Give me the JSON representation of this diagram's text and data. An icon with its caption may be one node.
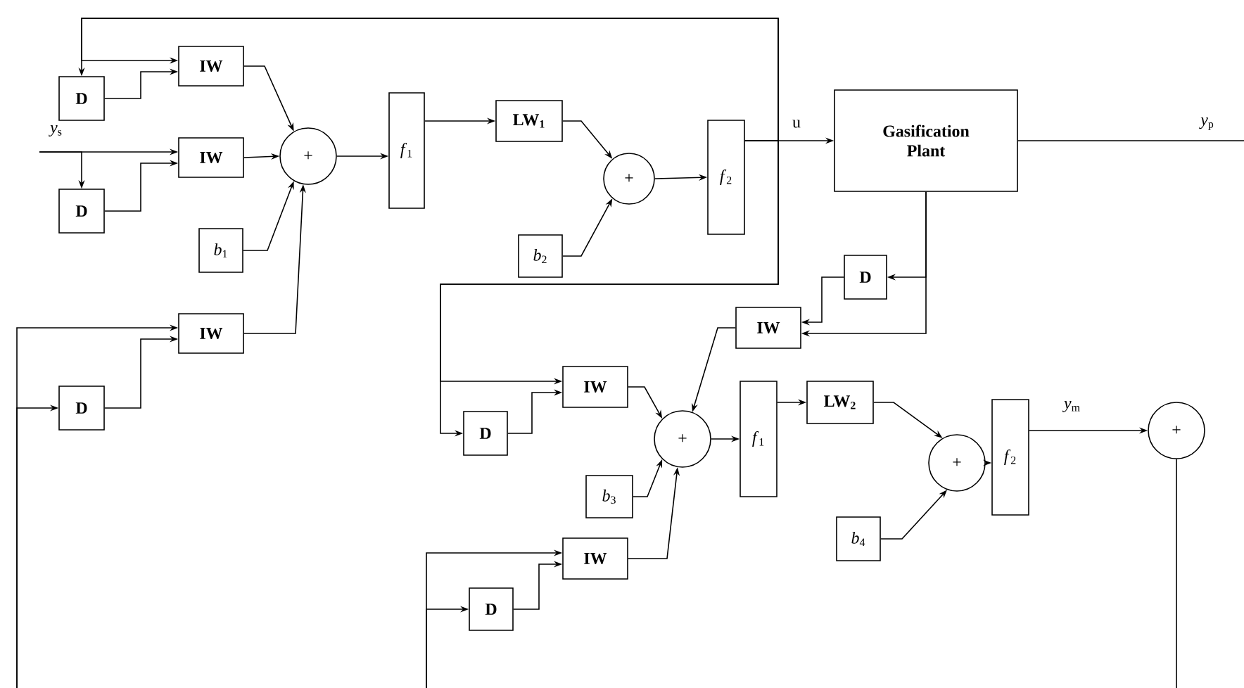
{
  "diagram": {
    "nodes": [
      {
        "text": [
          "D"
        ]
      },
      {
        "text": [
          "IW"
        ]
      },
      {
        "text": [
          "IW"
        ]
      },
      {
        "text": [
          "D"
        ]
      },
      {
        "text": [
          "*b*$_{1}$"
        ]
      },
      {
        "text": [
          "+"
        ]
      },
      {
        "text": [
          "IW"
        ]
      },
      {
        "text": [
          "D"
        ]
      },
      {
        "text": [
          "*f*$_{1}$"
        ]
      },
      {
        "text": [
          "LW$_{1}$"
        ]
      },
      {
        "text": [
          "+"
        ]
      },
      {
        "text": [
          "*b*$_{2}$"
        ]
      },
      {
        "text": [
          "*f*$_{2}$"
        ]
      },
      {
        "text": [
          "Gasification Plant"
        ]
      },
      {
        "text": [
          "D"
        ]
      },
      {
        "text": [
          "IW"
        ]
      },
      {
        "text": [
          "IW"
        ]
      },
      {
        "text": [
          "D"
        ]
      },
      {
        "text": [
          "+"
        ]
      },
      {
        "text": [
          "*b*$_{3}$"
        ]
      },
      {
        "text": [
          "IW"
        ]
      },
      {
        "text": [
          "D"
        ]
      },
      {
        "text": [
          "*f*$_{1}$"
        ]
      },
      {
        "text": [
          "LW$_{2}$"
        ]
      },
      {
        "text": [
          "+"
        ]
      },
      {
        "text": [
          "*b*$_{4}$"
        ]
      },
      {
        "text": [
          "*f*$_{2}$"
        ]
      },
      {
        "text": [
          "+"
        ]
      }
    ],
    "edges": [
      {
        "from": 0,
        "to": 1,
        "arrow": "to"
      },
      {
        "from": 1,
        "to": 5,
        "arrow": "to"
      },
      {
        "from": 2,
        "to": 5,
        "arrow": "to"
      },
      {
        "from": 3,
        "to": 2,
        "arrow": "to"
      },
      {
        "from": 4,
        "to": 5,
        "arrow": "to"
      },
      {
        "from": 6,
        "to": 5,
        "arrow": "to"
      },
      {
        "from": 7,
        "to": 6,
        "arrow": "to"
      },
      {
        "from": null,
        "to": 2,
        "arrow": "to",
        "label": "*y*$_{s}$"
      },
      {
        "from": null,
        "to": 3,
        "arrow": "to"
      },
      {
        "from": null,
        "to": 6,
        "arrow": "to"
      },
      {
        "from": null,
        "to": 7,
        "arrow": "to"
      },
      {
        "from": 5,
        "to": 8,
        "arrow": "to"
      },
      {
        "from": 8,
        "to": 9,
        "arrow": "to"
      },
      {
        "from": 9,
        "to": 10,
        "arrow": "to"
      },
      {
        "from": 11,
        "to": 10,
        "arrow": "to"
      },
      {
        "from": 10,
        "to": 12,
        "arrow": "to"
      },
      {
        "from": 12,
        "to": 13,
        "arrow": "to",
        "label": "u"
      },
      {
        "from": 12,
        "to": 0,
        "arrow": "to"
      },
      {
        "from": 12,
        "to": 1,
        "arrow": "to"
      },
      {
        "from": 12,
        "to": 16,
        "arrow": "to"
      },
      {
        "from": 12,
        "to": 17,
        "arrow": "to"
      },
      {
        "from": 13,
        "to": null,
        "arrow": "none",
        "label": "*y*$_{p}$"
      },
      {
        "from": 13,
        "to": 14,
        "arrow": "to"
      },
      {
        "from": 13,
        "to": 15,
        "arrow": "to"
      },
      {
        "from": 14,
        "to": 15,
        "arrow": "to"
      },
      {
        "from": 15,
        "to": 18,
        "arrow": "to"
      },
      {
        "from": 16,
        "to": 18,
        "arrow": "to"
      },
      {
        "from": 17,
        "to": 16,
        "arrow": "to"
      },
      {
        "from": 19,
        "to": 18,
        "arrow": "to"
      },
      {
        "from": 20,
        "to": 18,
        "arrow": "to"
      },
      {
        "from": 21,
        "to": 20,
        "arrow": "to"
      },
      {
        "from": null,
        "to": 20,
        "arrow": "to"
      },
      {
        "from": null,
        "to": 21,
        "arrow": "to"
      },
      {
        "from": 18,
        "to": 22,
        "arrow": "to"
      },
      {
        "from": 22,
        "to": 23,
        "arrow": "to"
      },
      {
        "from": 23,
        "to": 24,
        "arrow": "to"
      },
      {
        "from": 25,
        "to": 24,
        "arrow": "to"
      },
      {
        "from": 24,
        "to": 26,
        "arrow": "to"
      },
      {
        "from": 26,
        "to": 27,
        "arrow": "to",
        "label": "*y*$_{m}$"
      },
      {
        "from": 27,
        "to": null,
        "arrow": "none"
      }
    ]
  }
}
